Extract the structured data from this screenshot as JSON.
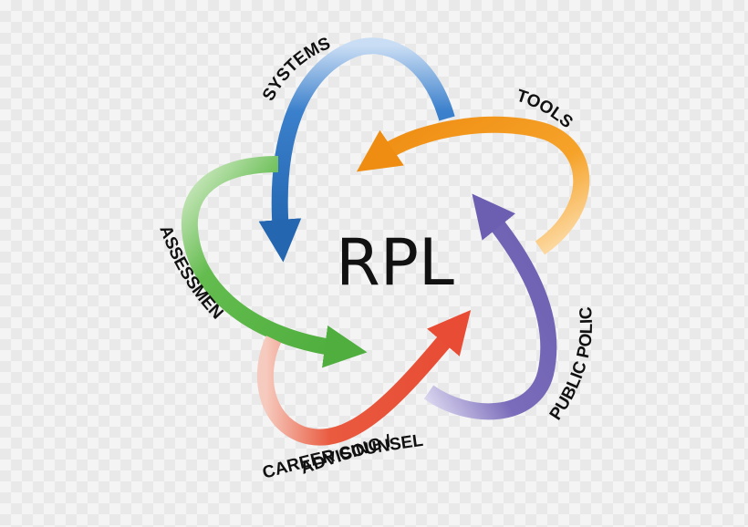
{
  "center": {
    "text": "RPL"
  },
  "labels": {
    "systems": "SYSTEMS",
    "tools": "TOOLS",
    "assessment": "ASSESSMENT",
    "public_policy": "PUBLIC POLICY",
    "advising_line1": "ADVISING /",
    "advising_line2": "CAREER COUNSELLING"
  },
  "colors": {
    "systems": "#2f74c0",
    "tools": "#f39a1f",
    "assessment": "#5cb84a",
    "public_policy": "#7466b5",
    "advising": "#e9503a"
  }
}
